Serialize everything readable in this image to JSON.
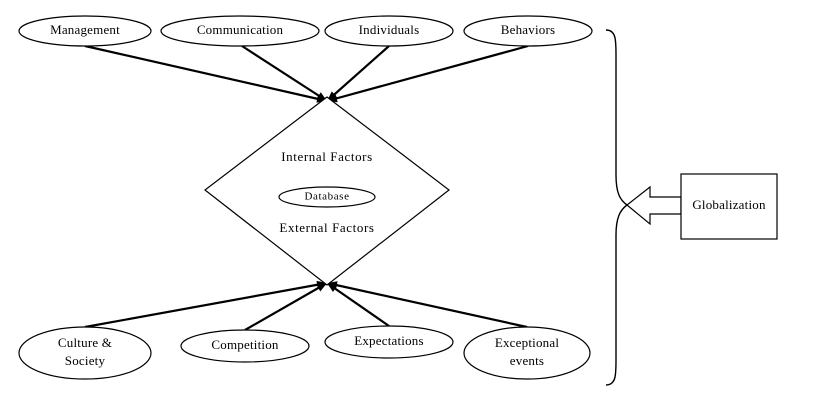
{
  "diagram": {
    "top_nodes": [
      {
        "id": "management",
        "label": "Management"
      },
      {
        "id": "communication",
        "label": "Communication"
      },
      {
        "id": "individuals",
        "label": "Individuals"
      },
      {
        "id": "behaviors",
        "label": "Behaviors"
      }
    ],
    "center": {
      "internal_label": "Internal Factors",
      "database_label": "Database",
      "external_label": "External Factors"
    },
    "bottom_nodes": [
      {
        "id": "culture_society",
        "lines": [
          "Culture &",
          "Society"
        ]
      },
      {
        "id": "competition",
        "lines": [
          "Competition"
        ]
      },
      {
        "id": "expectations",
        "lines": [
          "Expectations"
        ]
      },
      {
        "id": "exceptional_events",
        "lines": [
          "Exceptional",
          "events"
        ]
      }
    ],
    "side": {
      "label": "Globalization"
    }
  }
}
